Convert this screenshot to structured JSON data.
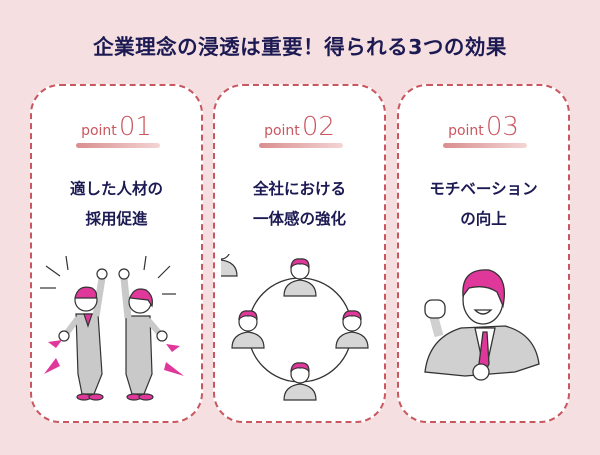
{
  "title": "企業理念の浸透は重要！得られる3つの効果",
  "colors": {
    "background": "#f6dfe1",
    "accent": "#c9575f",
    "heading_text": "#1c1a52",
    "highlight_pink": "#e0379b"
  },
  "cards": [
    {
      "point_word": "point",
      "point_number": "01",
      "heading_line1": "適した人材の",
      "heading_line2": "採用促進",
      "illustration": "two-cheering-employees-illustration"
    },
    {
      "point_word": "point",
      "point_number": "02",
      "heading_line1": "全社における",
      "heading_line2": "一体感の強化",
      "illustration": "team-circle-illustration"
    },
    {
      "point_word": "point",
      "point_number": "03",
      "heading_line1": "モチベーション",
      "heading_line2": "の向上",
      "illustration": "motivated-businessman-illustration"
    }
  ]
}
